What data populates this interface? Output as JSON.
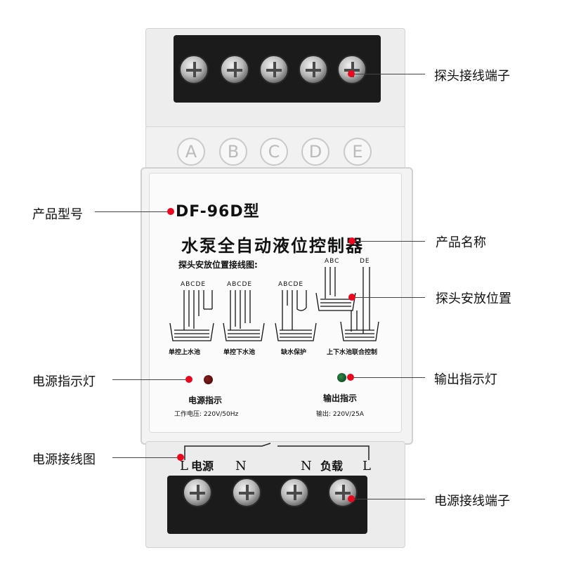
{
  "device": {
    "terminal_letters": [
      "A",
      "B",
      "C",
      "D",
      "E"
    ],
    "model": "DF-96D型",
    "product_title": "水泵全自动液位控制器",
    "diagram_caption": "探头安放位置接线图:",
    "diagrams": [
      {
        "letters": "ABCDE",
        "label": "单控上水池"
      },
      {
        "letters": "ABCDE",
        "label": "单控下水池"
      },
      {
        "letters": "ABCDE",
        "label": "缺水保护"
      },
      {
        "letters_left": "ABC",
        "letters_right": "DE",
        "label": "上下水池联合控制"
      }
    ],
    "power_indicator_label": "电源指示",
    "working_voltage": "工作电压: 220V/50Hz",
    "output_indicator_label": "输出指示",
    "output_rating": "输出: 220V/25A",
    "wiring": {
      "left_L": "L",
      "power_text": "电源",
      "N1": "N",
      "N2": "N",
      "load_text": "负载",
      "right_L": "L"
    },
    "lamp_colors": {
      "power": "#5a0f0f",
      "output": "#1f6b33"
    }
  },
  "callouts": {
    "probe_terminal": "探头接线端子",
    "product_model": "产品型号",
    "product_name": "产品名称",
    "probe_position": "探头安放位置",
    "power_indicator": "电源指示灯",
    "output_indicator": "输出指示灯",
    "power_wiring": "电源接线图",
    "power_terminal": "电源接线端子"
  },
  "accent_color": "#e8091e"
}
